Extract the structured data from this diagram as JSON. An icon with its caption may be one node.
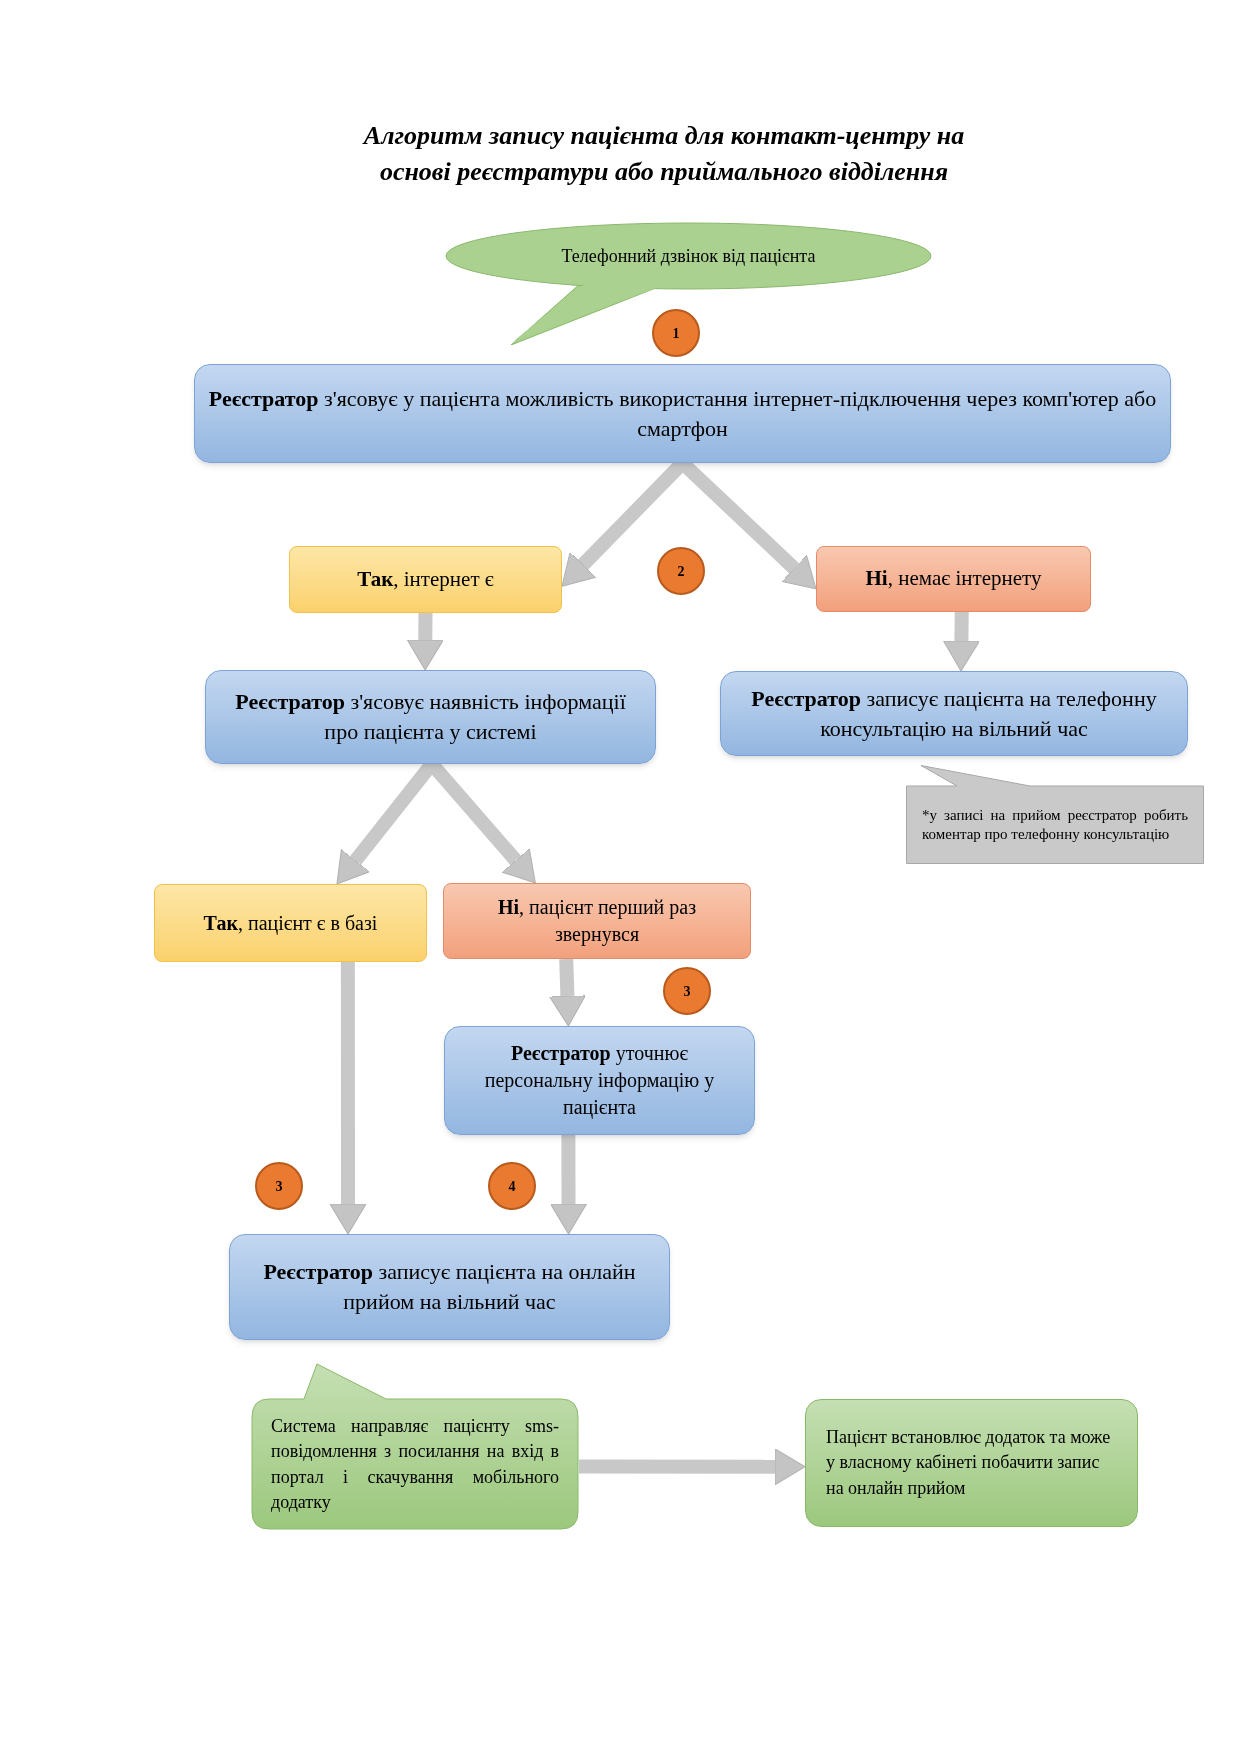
{
  "diagram": {
    "title": "Алгоритм запису пацієнта для контакт-центру на основі реєстратури або приймального відділення",
    "nodes": [
      {
        "text": [
          "Телефонний дзвінок від пацієнта"
        ]
      },
      {
        "text": [
          "**Реєстратор** з'ясовує у пацієнта можливість використання інтернет-підключення через комп'ютер або смартфон"
        ]
      },
      {
        "text": [
          "**Так**, інтернет є"
        ]
      },
      {
        "text": [
          "**Ні**, немає інтернету"
        ]
      },
      {
        "text": [
          "**Реєстратор** з'ясовує наявність інформації про пацієнта у системі"
        ]
      },
      {
        "text": [
          "**Реєстратор** записує пацієнта на телефонну консультацію на вільний час"
        ]
      },
      {
        "text": [
          "*у записі на прийом реєстратор робить коментар про телефонну консультацію"
        ]
      },
      {
        "text": [
          "**Так**, пацієнт є в базі"
        ]
      },
      {
        "text": [
          "**Ні**, пацієнт перший раз звернувся"
        ]
      },
      {
        "text": [
          "**Реєстратор** уточнює персональну інформацію у пацієнта"
        ]
      },
      {
        "text": [
          "**Реєстратор** записує пацієнта на онлайн прийом на вільний час"
        ]
      },
      {
        "text": [
          "Система направляє пацієнту sms-повідомлення з посилання на вхід в портал і скачування мобільного додатку"
        ]
      },
      {
        "text": [
          "Пацієнт встановлює додаток та може у власному кабінеті побачити запис на онлайн прийом"
        ]
      }
    ],
    "edges": [
      {
        "from": 1,
        "to": 2,
        "arrow": "to"
      },
      {
        "from": 1,
        "to": 3,
        "arrow": "to"
      },
      {
        "from": 2,
        "to": 4,
        "arrow": "to"
      },
      {
        "from": 3,
        "to": 5,
        "arrow": "to"
      },
      {
        "from": 4,
        "to": 7,
        "arrow": "to"
      },
      {
        "from": 4,
        "to": 8,
        "arrow": "to"
      },
      {
        "from": 8,
        "to": 9,
        "arrow": "to"
      },
      {
        "from": 7,
        "to": 10,
        "arrow": "to"
      },
      {
        "from": 9,
        "to": 10,
        "arrow": "to"
      },
      {
        "from": 11,
        "to": 12,
        "arrow": "to"
      }
    ],
    "labels": [
      "1",
      "2",
      "3",
      "3",
      "4"
    ]
  }
}
